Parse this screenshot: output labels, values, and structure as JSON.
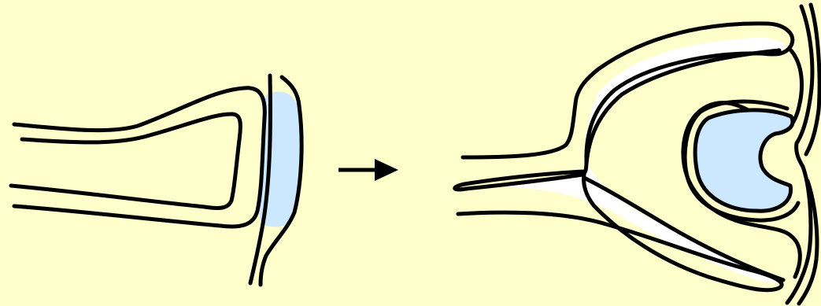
{
  "diagram": {
    "background_color": "#ffffcc",
    "vesicle_color": "#cce8ff",
    "line_color": "#000000",
    "cavity_fill": "#ffffff",
    "stages": [
      {
        "id": "stage-1",
        "description_icon": "optic-vesicle-contacting-ectoderm"
      },
      {
        "id": "stage-2",
        "description_icon": "optic-cup-with-lens-vesicle"
      }
    ],
    "connector": {
      "icon": "right-arrow-icon"
    }
  }
}
